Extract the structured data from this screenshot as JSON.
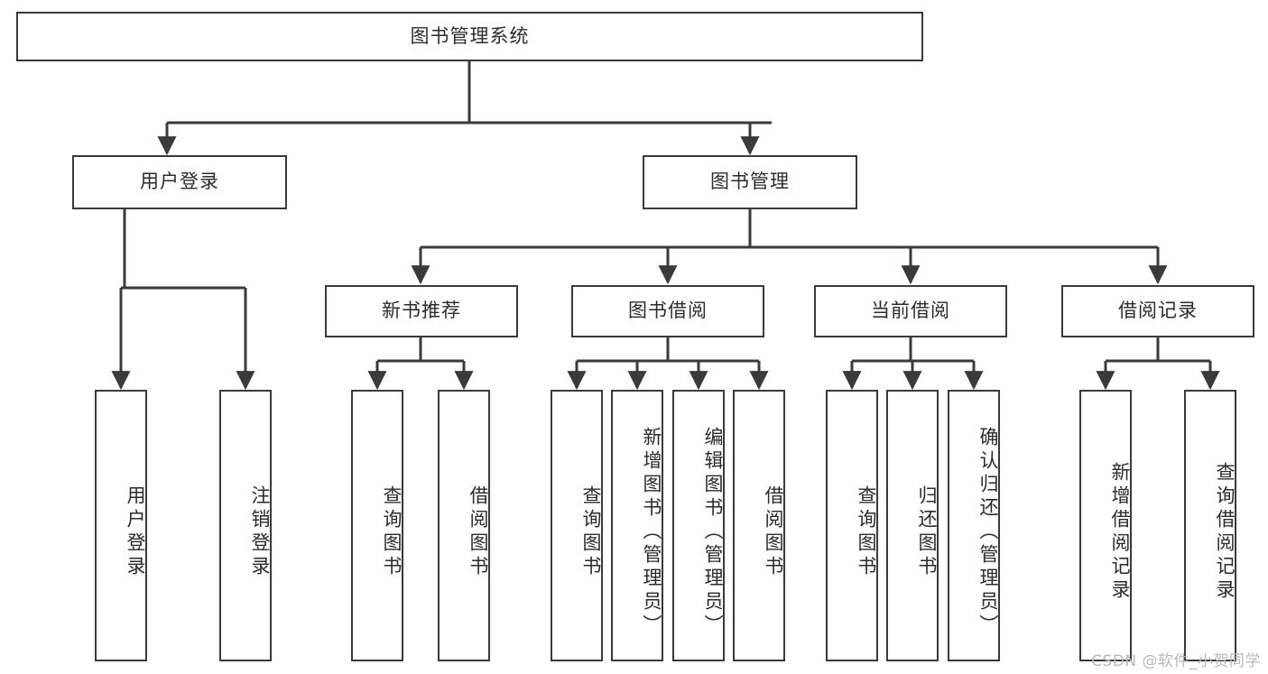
{
  "diagram": {
    "title": "图书管理系统",
    "type": "hierarchy-tree",
    "background_color": "#ffffff",
    "box_border_color": "#3a3a3a",
    "text_color": "#2b2b2b",
    "connector_color": "#3a3a3a",
    "levels": 4,
    "root": {
      "label": "图书管理系统"
    },
    "level2": [
      {
        "label": "用户登录"
      },
      {
        "label": "图书管理"
      }
    ],
    "level3": [
      {
        "label": "新书推荐"
      },
      {
        "label": "图书借阅"
      },
      {
        "label": "当前借阅"
      },
      {
        "label": "借阅记录"
      }
    ],
    "leaves": {
      "user_login": [
        {
          "label": "用户登录"
        },
        {
          "label": "注销登录"
        }
      ],
      "new_book_recommend": [
        {
          "label": "查询图书"
        },
        {
          "label": "借阅图书"
        }
      ],
      "book_borrow": [
        {
          "label": "查询图书"
        },
        {
          "label": "新增图书（管理员）"
        },
        {
          "label": "编辑图书（管理员）"
        },
        {
          "label": "借阅图书"
        }
      ],
      "current_borrow": [
        {
          "label": "查询图书"
        },
        {
          "label": "归还图书"
        },
        {
          "label": "确认归还（管理员）"
        }
      ],
      "borrow_records": [
        {
          "label": "新增借阅记录"
        },
        {
          "label": "查询借阅记录"
        }
      ]
    },
    "watermark": "CSDN @软件_小贺同学"
  }
}
